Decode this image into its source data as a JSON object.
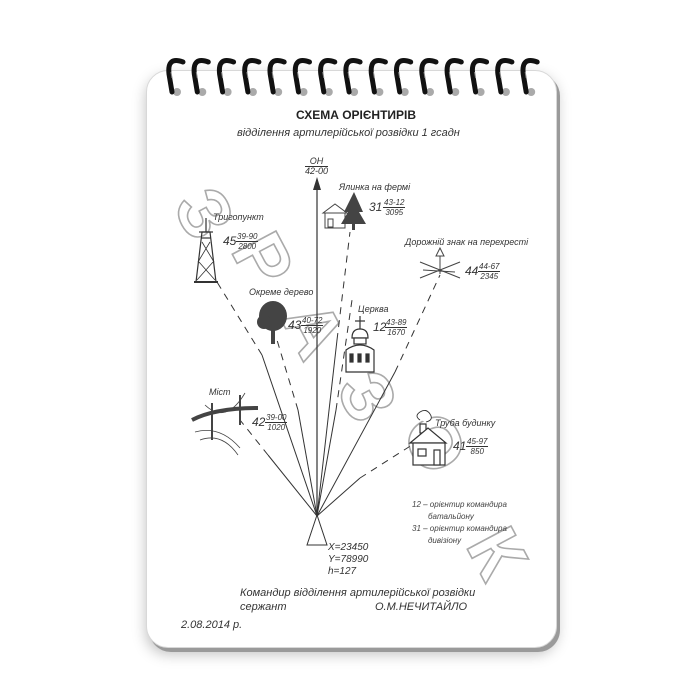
{
  "document": {
    "title": "СХЕМА ОРІЄНТИРІВ",
    "subtitle": "відділення артилерійської розвідки 1 гсадн",
    "watermark": "ЗРАЗОК",
    "ring_count": 15
  },
  "main_direction": {
    "label": "ОН",
    "value": "42-00"
  },
  "origin": {
    "x": "X=23450",
    "y": "Y=78990",
    "h": "h=127"
  },
  "landmarks": [
    {
      "name": "Ялинка на фермі",
      "number": "31",
      "angle": "43-12",
      "distance": "3095",
      "icon": "fir-tree-farm-icon"
    },
    {
      "name": "Тригопункт",
      "number": "45",
      "angle": "39-90",
      "distance": "2800",
      "icon": "trig-point-tower-icon"
    },
    {
      "name": "Дорожній знак на перехресті",
      "number": "44",
      "angle": "44-67",
      "distance": "2345",
      "icon": "road-sign-crossroad-icon"
    },
    {
      "name": "Окреме дерево",
      "number": "43",
      "angle": "40-72",
      "distance": "1920",
      "icon": "tree-icon"
    },
    {
      "name": "Церква",
      "number": "12",
      "angle": "43-89",
      "distance": "1670",
      "icon": "church-icon"
    },
    {
      "name": "Міст",
      "number": "42",
      "angle": "39-00",
      "distance": "1020",
      "icon": "bridge-icon"
    },
    {
      "name": "Труба будинку",
      "number": "41",
      "angle": "45-97",
      "distance": "850",
      "icon": "house-chimney-icon"
    }
  ],
  "legend": {
    "line1": "12 – орієнтир командира",
    "line2": "батальйону",
    "line3": "31 – орієнтир командира",
    "line4": "дивізіону"
  },
  "signature": {
    "position": "Командир відділення артилерійської розвідки",
    "rank": "сержант",
    "name": "О.М.НЕЧИТАЙЛО"
  },
  "date": "2.08.2014 р.",
  "colors": {
    "ink": "#333333",
    "rings": "#111111",
    "watermark_outline": "#b0b0b0"
  }
}
